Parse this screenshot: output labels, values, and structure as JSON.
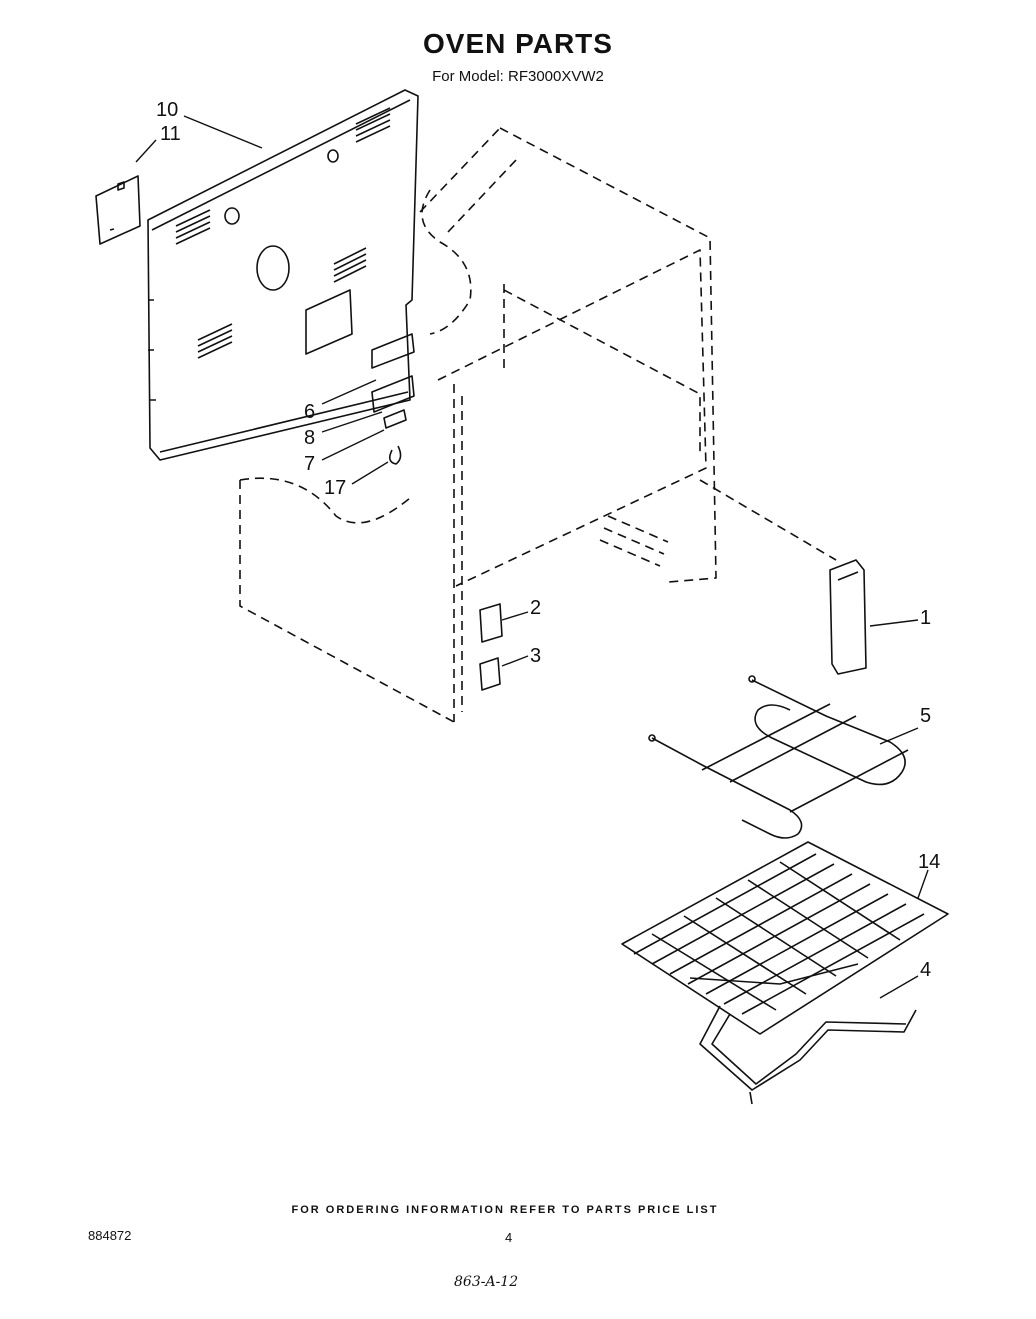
{
  "header": {
    "title": "OVEN PARTS",
    "subtitle": "For Model: RF3000XVW2"
  },
  "callouts": {
    "c10": "10",
    "c11": "11",
    "c6": "6",
    "c8": "8",
    "c7": "7",
    "c17": "17",
    "c1": "1",
    "c2": "2",
    "c3": "3",
    "c5": "5",
    "c14": "14",
    "c4": "4"
  },
  "footer": {
    "ordering_note": "FOR ORDERING INFORMATION REFER TO PARTS PRICE LIST",
    "document_number": "884872",
    "page_number": "4",
    "handwritten_note": "863-A-12"
  }
}
